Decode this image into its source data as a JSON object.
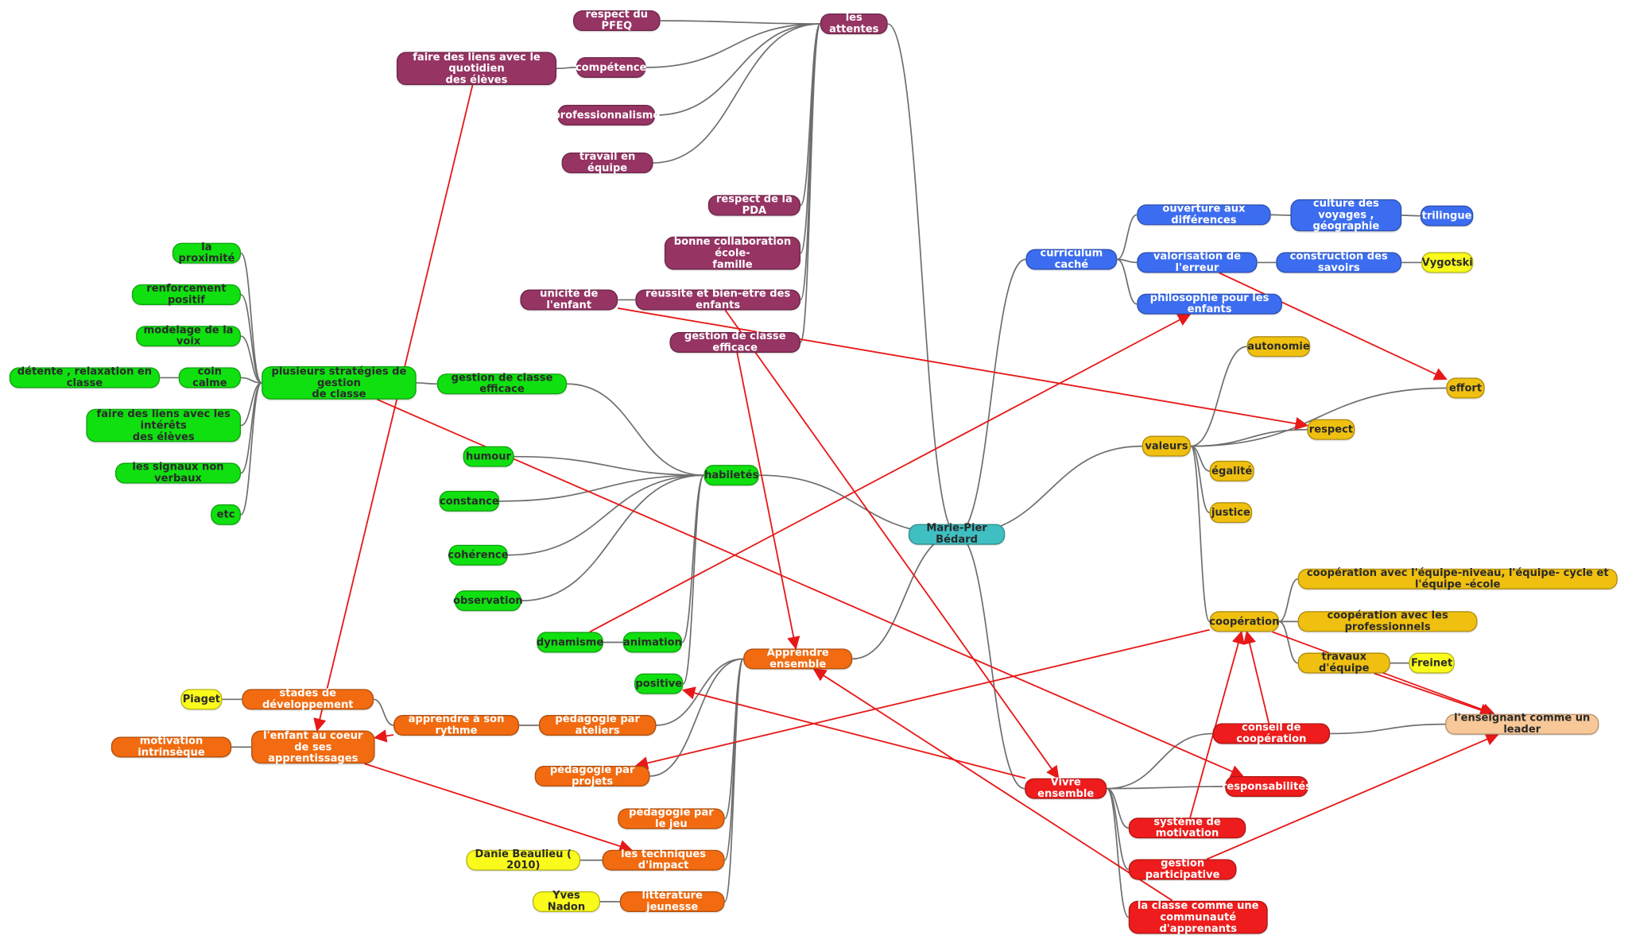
{
  "colors": {
    "central": "#3fbfc2",
    "attentes": "#963464",
    "curriculum": "#3c6df0",
    "valeurs": "#f0c010",
    "vivre": "#ee1c1c",
    "apprendre": "#f26b10",
    "habiletes": "#10e010",
    "reference": "#fafa1c",
    "leader": "#f8c898",
    "connector": "#6e6e6e",
    "relation": "#e81818"
  },
  "mindmap": {
    "root": "Marie-Pier Bédard",
    "nodes": {
      "central": "Marie-Pier Bédard",
      "attentes": "les attentes",
      "pfeq": "respect du PFEQ",
      "competence": "compétence",
      "liens_quotidien": "faire des liens avec le quotidien\ndes élèves",
      "professionnalisme": "professionnalisme",
      "travail_equipe": "travail en équipe",
      "pda": "respect de la PDA",
      "collaboration": "bonne collaboration école-\nfamille",
      "reussite": "réussite et bien-être des enfants",
      "unicite": "unicité de l'enfant",
      "gestion_att": "gestion de classe efficace",
      "curriculum": "curriculum caché",
      "ouverture": "ouverture aux différences",
      "culture": "culture des voyages ,\ngéographie",
      "trilingue": "trilingue",
      "valorisation": "valorisation de l'erreur",
      "construction": "construction des savoirs",
      "vygotski": "Vygotski",
      "philosophie": "philosophie pour les enfants",
      "valeurs": "valeurs",
      "autonomie": "autonomie",
      "effort": "effort",
      "respect": "respect",
      "egalite": "égalité",
      "justice": "justice",
      "cooperation": "coopération",
      "coop_niveau": "coopération avec l'équipe-niveau, l'équipe- cycle et l'équipe -école",
      "coop_pro": "coopération avec les professionnels",
      "travaux": "travaux d'équipe",
      "freinet": "Freinet",
      "leader": "l'enseignant comme un leader",
      "vivre": "Vivre ensemble",
      "conseil": "conseil de coopération",
      "responsabilites": "responsabilités",
      "systeme": "système de motivation",
      "gestion_part": "gestion participative",
      "communaute": "la classe comme une\ncommunauté d'apprenants",
      "apprendre": "Apprendre ensemble",
      "ateliers": "pédagogie par ateliers",
      "projets": "pédagogie par projets",
      "jeu": "pédagogie par le jeu",
      "impact": "les techniques d'impact",
      "beaulieu": "Danie Beaulieu ( 2010)",
      "litterature": "littérature jeunesse",
      "nadon": "Yves Nadon",
      "rythme": "apprendre à son rythme",
      "stades": "stades de développement",
      "piaget": "Piaget",
      "coeur": "l'enfant au coeur de ses\napprentissages",
      "motivation": "motivation intrinsèque",
      "habiletes": "habiletés",
      "gestion_hab": "gestion de classe efficace",
      "humour": "humour",
      "constance": "constance",
      "coherence": "cohérence",
      "observation": "observation",
      "dynamisme": "dynamisme",
      "animation": "animation",
      "positive": "positive",
      "strategies": "plusieurs stratégies de gestion\nde classe",
      "proximite": "la proximité",
      "renforcement": "renforcement positif",
      "modelage": "modelage de la voix",
      "coin_calme": "coin calme",
      "detente": "détente , relaxation en classe",
      "interets": "faire des liens avec les intérêts\ndes élèves",
      "signaux": "les signaux non verbaux",
      "etc": "etc"
    },
    "hierarchy": [
      [
        "central",
        "attentes"
      ],
      [
        "attentes",
        "pfeq"
      ],
      [
        "attentes",
        "competence"
      ],
      [
        "competence",
        "liens_quotidien"
      ],
      [
        "attentes",
        "professionnalisme"
      ],
      [
        "attentes",
        "travail_equipe"
      ],
      [
        "attentes",
        "pda"
      ],
      [
        "attentes",
        "collaboration"
      ],
      [
        "attentes",
        "reussite"
      ],
      [
        "reussite",
        "unicite"
      ],
      [
        "attentes",
        "gestion_att"
      ],
      [
        "central",
        "curriculum"
      ],
      [
        "curriculum",
        "ouverture"
      ],
      [
        "ouverture",
        "culture"
      ],
      [
        "culture",
        "trilingue"
      ],
      [
        "curriculum",
        "valorisation"
      ],
      [
        "valorisation",
        "construction"
      ],
      [
        "construction",
        "vygotski"
      ],
      [
        "curriculum",
        "philosophie"
      ],
      [
        "central",
        "valeurs"
      ],
      [
        "valeurs",
        "autonomie"
      ],
      [
        "valeurs",
        "effort"
      ],
      [
        "valeurs",
        "respect"
      ],
      [
        "valeurs",
        "egalite"
      ],
      [
        "valeurs",
        "justice"
      ],
      [
        "valeurs",
        "cooperation"
      ],
      [
        "cooperation",
        "coop_niveau"
      ],
      [
        "cooperation",
        "coop_pro"
      ],
      [
        "cooperation",
        "travaux"
      ],
      [
        "travaux",
        "freinet"
      ],
      [
        "central",
        "vivre"
      ],
      [
        "vivre",
        "conseil"
      ],
      [
        "conseil",
        "leader"
      ],
      [
        "vivre",
        "responsabilites"
      ],
      [
        "vivre",
        "systeme"
      ],
      [
        "vivre",
        "gestion_part"
      ],
      [
        "vivre",
        "communaute"
      ],
      [
        "central",
        "apprendre"
      ],
      [
        "apprendre",
        "ateliers"
      ],
      [
        "ateliers",
        "rythme"
      ],
      [
        "rythme",
        "stades"
      ],
      [
        "stades",
        "piaget"
      ],
      [
        "apprendre",
        "projets"
      ],
      [
        "apprendre",
        "jeu"
      ],
      [
        "apprendre",
        "impact"
      ],
      [
        "impact",
        "beaulieu"
      ],
      [
        "apprendre",
        "litterature"
      ],
      [
        "litterature",
        "nadon"
      ],
      [
        "coeur",
        "motivation"
      ],
      [
        "central",
        "habiletes"
      ],
      [
        "habiletes",
        "gestion_hab"
      ],
      [
        "gestion_hab",
        "strategies"
      ],
      [
        "strategies",
        "proximite"
      ],
      [
        "strategies",
        "renforcement"
      ],
      [
        "strategies",
        "modelage"
      ],
      [
        "strategies",
        "coin_calme"
      ],
      [
        "coin_calme",
        "detente"
      ],
      [
        "strategies",
        "interets"
      ],
      [
        "strategies",
        "signaux"
      ],
      [
        "strategies",
        "etc"
      ],
      [
        "habiletes",
        "humour"
      ],
      [
        "habiletes",
        "constance"
      ],
      [
        "habiletes",
        "coherence"
      ],
      [
        "habiletes",
        "observation"
      ],
      [
        "habiletes",
        "animation"
      ],
      [
        "animation",
        "dynamisme"
      ],
      [
        "habiletes",
        "positive"
      ]
    ],
    "relationships": [
      [
        "liens_quotidien",
        "coeur"
      ],
      [
        "unicite",
        "respect"
      ],
      [
        "reussite",
        "vivre"
      ],
      [
        "gestion_att",
        "apprendre"
      ],
      [
        "valorisation",
        "effort"
      ],
      [
        "dynamisme",
        "philosophie"
      ],
      [
        "strategies",
        "responsabilites"
      ],
      [
        "rythme",
        "coeur"
      ],
      [
        "coeur",
        "impact"
      ],
      [
        "vivre",
        "positive"
      ],
      [
        "cooperation",
        "projets"
      ],
      [
        "communaute",
        "apprendre"
      ],
      [
        "systeme",
        "cooperation"
      ],
      [
        "conseil",
        "cooperation"
      ],
      [
        "gestion_part",
        "leader"
      ],
      [
        "travaux",
        "leader"
      ],
      [
        "cooperation",
        "leader"
      ]
    ]
  }
}
